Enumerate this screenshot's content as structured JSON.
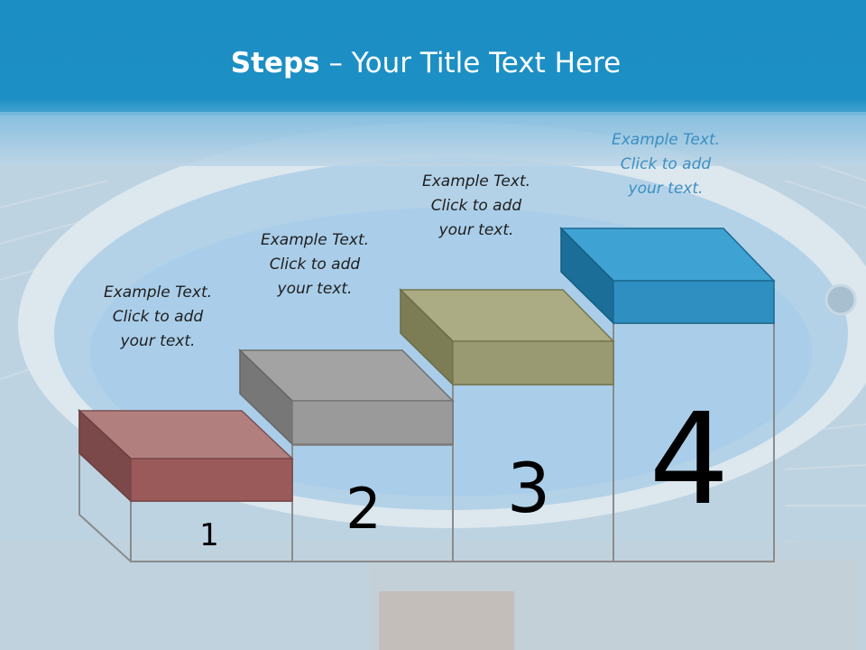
{
  "title": {
    "bold": "Steps",
    "rest": " – Your Title Text Here"
  },
  "steps": [
    {
      "number": "1",
      "text": [
        "Example Text.",
        "Click  to add",
        "your text."
      ],
      "color": "#9a5a5a"
    },
    {
      "number": "2",
      "text": [
        "Example Text.",
        "Click  to add",
        "your text."
      ],
      "color": "#9a9a9a"
    },
    {
      "number": "3",
      "text": [
        "Example Text.",
        "Click  to add",
        "your text."
      ],
      "color": "#9a9a72"
    },
    {
      "number": "4",
      "text": [
        "Example Text.",
        "Click  to add",
        "your text."
      ],
      "color": "#2e8fc0"
    }
  ],
  "colors": {
    "header": "#1a8fc4",
    "background": "#b9d4e6"
  }
}
